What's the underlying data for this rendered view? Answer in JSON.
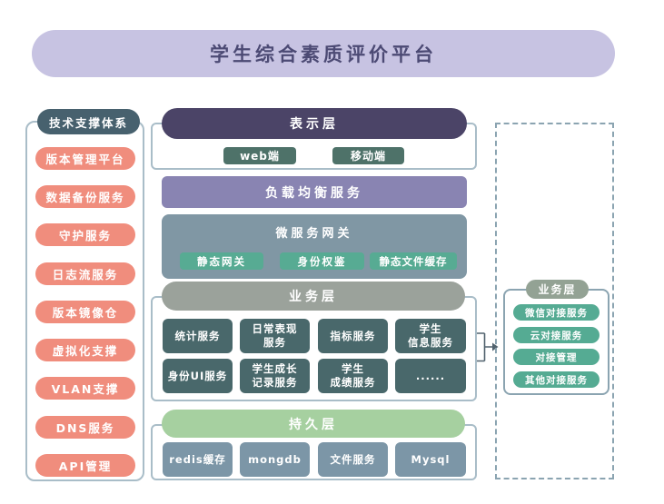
{
  "title": "学生综合素质评价平台",
  "colors": {
    "banner_bg": "#c7c3e2",
    "banner_text": "#4c4a74",
    "tech_header_bg": "#47616e",
    "tech_item_bg": "#f08d7d",
    "presentation_header_bg": "#4b4467",
    "client_btn_bg": "#4e7269",
    "load_balancer_bg": "#8984b2",
    "gateway_bg": "#8097a4",
    "gateway_btn_bg": "#57ab93",
    "business_header_bg": "#9ba29b",
    "service_box_bg": "#49686b",
    "persistence_header_bg": "#a6d0a0",
    "persistence_box_bg": "#7c96a7",
    "integration_header_bg": "#93a294",
    "integration_item_bg": "#55ab93",
    "border_color": "#a9bdc8",
    "dashed_border_color": "#8ba4b1",
    "arrow_color": "#51626e"
  },
  "tech_panel": {
    "header": "技术支撑体系",
    "items": [
      "版本管理平台",
      "数据备份服务",
      "守护服务",
      "日志流服务",
      "版本镜像仓",
      "虚拟化支撑",
      "VLAN支撑",
      "DNS服务",
      "API管理"
    ]
  },
  "presentation_layer": {
    "header": "表示层",
    "clients": [
      "web端",
      "移动端"
    ]
  },
  "load_balancer": {
    "label": "负载均衡服务"
  },
  "gateway": {
    "title": "微服务网关",
    "components": [
      "静态网关",
      "身份权鉴",
      "静态文件缓存"
    ]
  },
  "business_layer": {
    "header": "业务层",
    "services": [
      "统计服务",
      "日常表现\n服务",
      "指标服务",
      "学生\n信息服务",
      "身份UI服务",
      "学生成长\n记录服务",
      "学生\n成绩服务",
      "......"
    ]
  },
  "persistence_layer": {
    "header": "持久层",
    "stores": [
      "redis缓存",
      "mongdb",
      "文件服务",
      "Mysql"
    ]
  },
  "integration_panel": {
    "header": "业务层",
    "items": [
      "微信对接服务",
      "云对接服务",
      "对接管理",
      "其他对接服务"
    ]
  }
}
